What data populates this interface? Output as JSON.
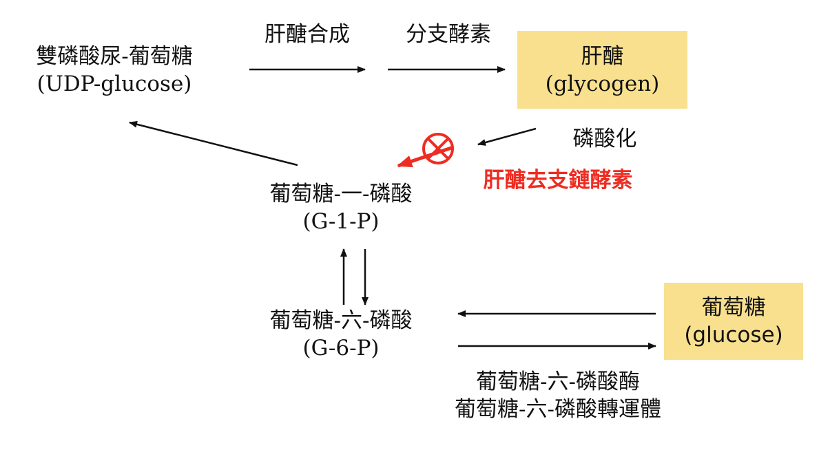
{
  "nodes": {
    "udp_glucose": {
      "zh": "雙磷酸尿-葡萄糖",
      "en": "(UDP-glucose)"
    },
    "glycogen": {
      "zh": "肝醣",
      "en": "(glycogen)"
    },
    "g1p": {
      "zh": "葡萄糖-一-磷酸",
      "en": "(G-1-P)"
    },
    "g6p": {
      "zh": "葡萄糖-六-磷酸",
      "en": "(G-6-P)"
    },
    "glucose": {
      "zh": "葡萄糖",
      "en": "(glucose)"
    }
  },
  "labels": {
    "glycogen_synthase": "肝醣合成",
    "branching_enzyme": "分支酵素",
    "phosphorylation": "磷酸化",
    "debranching_enzyme": "肝醣去支鏈酵素",
    "g6pase": "葡萄糖-六-磷酸酶",
    "g6p_transporter": "葡萄糖-六-磷酸轉運體"
  },
  "colors": {
    "box_fill": "#f9e08f",
    "inhibit_red": "#ee2c22",
    "arrow": "#111111"
  },
  "icons": {
    "inhibit": "prohibited-circle-icon"
  }
}
